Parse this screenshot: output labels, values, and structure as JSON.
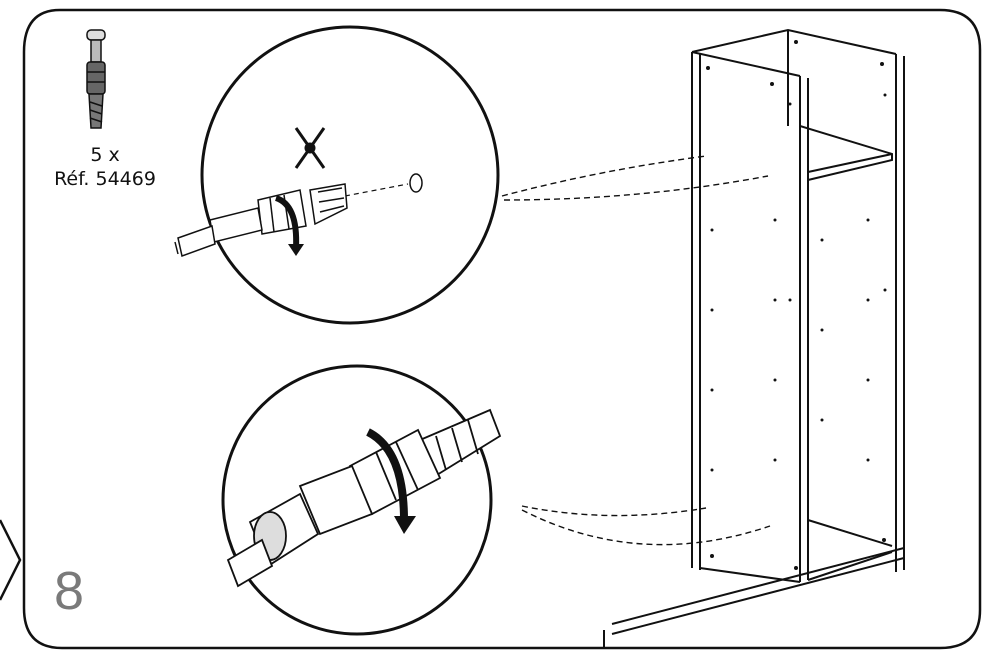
{
  "part": {
    "quantity": "5 x",
    "reference": "Réf. 54469"
  },
  "step": {
    "number": "8"
  },
  "icons": {
    "dowel": "dowel-icon",
    "do-not-mark": "cross-icon",
    "rotate": "rotation-arrow-icon",
    "tool": "screwdriver-icon"
  },
  "colors": {
    "ink": "#111111",
    "step_number": "#7a7a7a",
    "background": "#ffffff"
  }
}
